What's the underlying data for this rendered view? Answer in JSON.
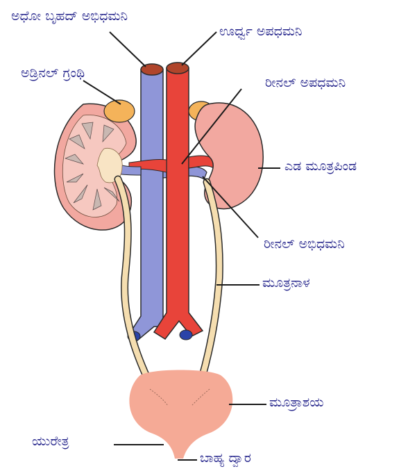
{
  "labels": {
    "inferior_vena_cava": "ಅಧೋ ಬೃಹದ್ ಅಭಿಧಮನಿ",
    "abdominal_aorta": "ಊರ್ಧ್ವ ಅಪಧಮನಿ",
    "adrenal_gland": "ಅಡ್ರಿನಲ್ ಗ್ರಂಥಿ",
    "renal_artery": "ರೀನಲ್ ಅಪಧಮನಿ",
    "left_kidney": "ಎಡ ಮೂತ್ರಪಿಂಡ",
    "renal_vein": "ರೀನಲ್ ಅಭಿಧಮನಿ",
    "ureter": "ಮೂತ್ರನಾಳ",
    "urinary_bladder": "ಮೂತ್ರಾಶಯ",
    "urethra": "ಯುರೇತ್ರ",
    "external_opening": "ಬಾಹ್ಯ ದ್ವಾರ"
  },
  "colors": {
    "label_text": "#2b2b8f",
    "vein_blue": "#8f96d8",
    "artery_red": "#e8443a",
    "kidney_pink": "#f2a8a0",
    "adrenal_orange": "#f4b35a",
    "ureter_cream": "#f5deb0",
    "bladder_pink": "#f5aa96"
  }
}
